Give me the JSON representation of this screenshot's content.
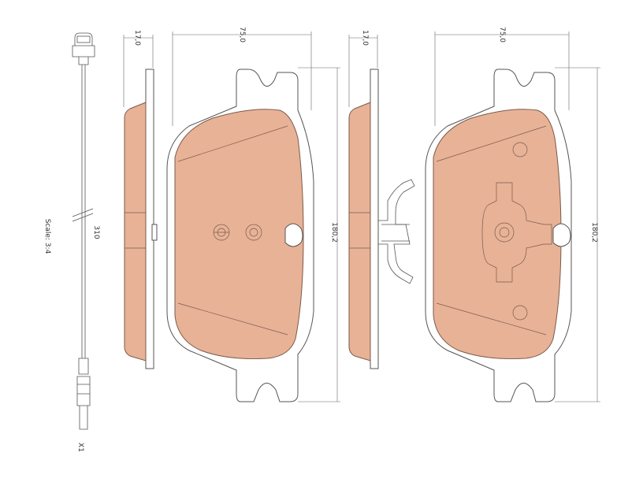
{
  "colors": {
    "pad_fill": "#e8b297",
    "outline": "#7a5a4a",
    "line": "#555555"
  },
  "labels": {
    "scale": "Scale: 3:4",
    "wire_length": "310",
    "connector": "X1",
    "thickness_left": "17,0",
    "width_left": "75,0",
    "height_left": "180,2",
    "thickness_right": "17,0",
    "width_right": "75,0",
    "height_right": "180,2"
  }
}
